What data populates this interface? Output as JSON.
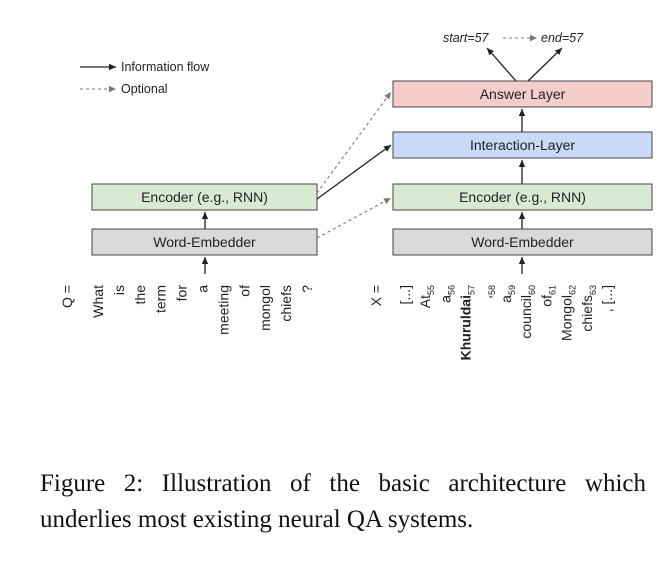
{
  "legend": {
    "information_flow": "Information flow",
    "optional": "Optional"
  },
  "top_labels": {
    "start": "start=57",
    "end": "end=57"
  },
  "boxes": {
    "answer_layer": "Answer Layer",
    "interaction_layer": "Interaction-Layer",
    "encoder_left": "Encoder (e.g., RNN)",
    "encoder_right": "Encoder (e.g., RNN)",
    "embedder_left": "Word-Embedder",
    "embedder_right": "Word-Embedder"
  },
  "question": {
    "label": "Q =",
    "tokens": [
      "What",
      "is",
      "the",
      "term",
      "for",
      "a",
      "meeting",
      "of",
      "mongol",
      "chiefs",
      "?"
    ]
  },
  "context": {
    "label": "X =",
    "tokens": [
      {
        "text": "[...]",
        "sub": ""
      },
      {
        "text": "At",
        "sub": "55"
      },
      {
        "text": "a",
        "sub": "56"
      },
      {
        "text": "Khuruldai",
        "sub": "57",
        "bold": true
      },
      {
        "text": ",",
        "sub": "58"
      },
      {
        "text": "a",
        "sub": "59"
      },
      {
        "text": "council",
        "sub": "60"
      },
      {
        "text": "of",
        "sub": "61"
      },
      {
        "text": "Mongol",
        "sub": "62"
      },
      {
        "text": "chiefs",
        "sub": "63"
      },
      {
        "text": ", [...]",
        "sub": ""
      }
    ]
  },
  "colors": {
    "answer_fill": "#f4cccc",
    "interaction_fill": "#c9daf8",
    "encoder_fill": "#d9ead3",
    "embedder_fill": "#d9d9d9",
    "stroke": "#333333"
  },
  "caption": "Figure 2: Illustration of the basic architecture which underlies most existing neural QA systems."
}
